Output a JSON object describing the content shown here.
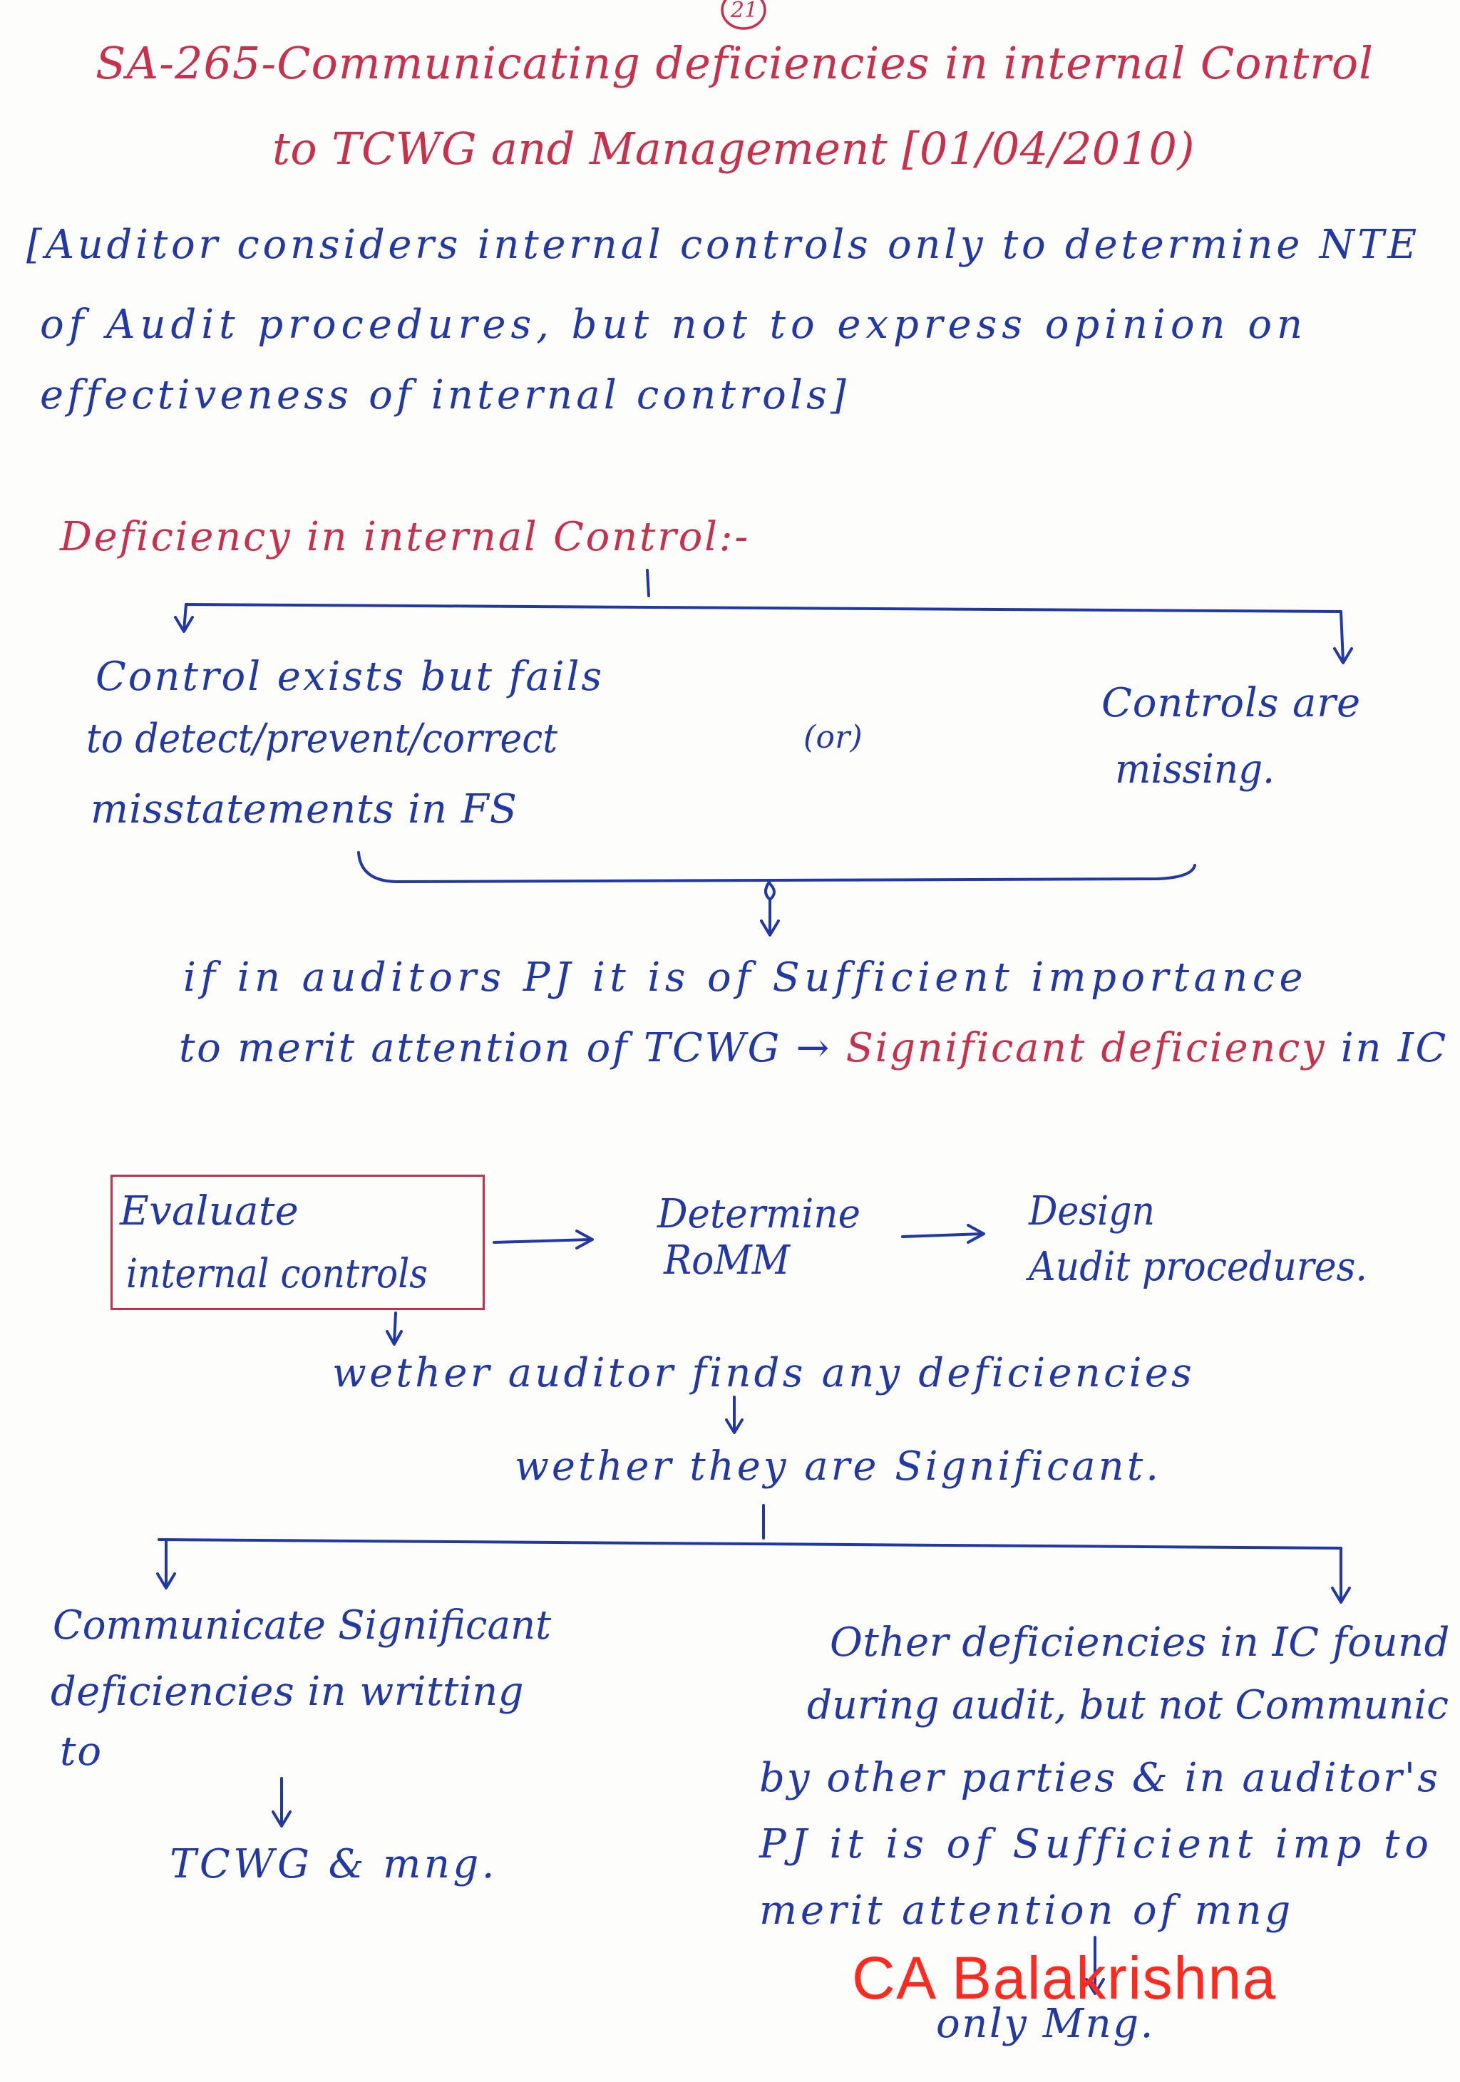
{
  "page_number": "21",
  "title": {
    "line1": "SA-265-Communicating deficiencies in internal Control",
    "line2": "to TCWG and Management [01/04/2010)"
  },
  "intro": [
    "[Auditor considers internal controls only to determine NTE",
    "of Audit procedures, but not to express opinion on",
    "effectiveness of internal controls]"
  ],
  "deficiency": {
    "heading": "Deficiency in internal Control:-",
    "left": [
      "Control exists but fails",
      "to detect/prevent/correct",
      "misstatements in FS"
    ],
    "or": "(or)",
    "right": [
      "Controls are",
      "missing."
    ]
  },
  "significant": {
    "line1": "if in auditors PJ it is of Sufficient importance",
    "line2_prefix": "to merit attention of TCWG →",
    "line2_highlight": "Significant deficiency",
    "line2_suffix": "in IC"
  },
  "process": {
    "evaluate": [
      "Evaluate",
      "internal controls"
    ],
    "determine": [
      "Determine",
      "RoMM"
    ],
    "design": [
      "Design",
      "Audit procedures."
    ],
    "finds": "wether auditor finds any deficiencies",
    "is_significant": "wether they are Significant."
  },
  "communicate": {
    "left": [
      "Communicate Significant",
      "deficiencies in writting",
      "to"
    ],
    "left_recipient": "TCWG & mng.",
    "right": [
      "Other deficiencies in IC found",
      "during audit, but not Communic",
      "by other parties & in auditor's",
      "PJ it is of Sufficient imp to",
      "merit attention of mng"
    ],
    "right_recipient": "only Mng."
  },
  "watermark": "CA Balakrishna",
  "colors": {
    "paper": "#fdfdfb",
    "blue_ink": "#2238a4",
    "red_ink": "#c8304c",
    "watermark": "#ff2a1f"
  }
}
